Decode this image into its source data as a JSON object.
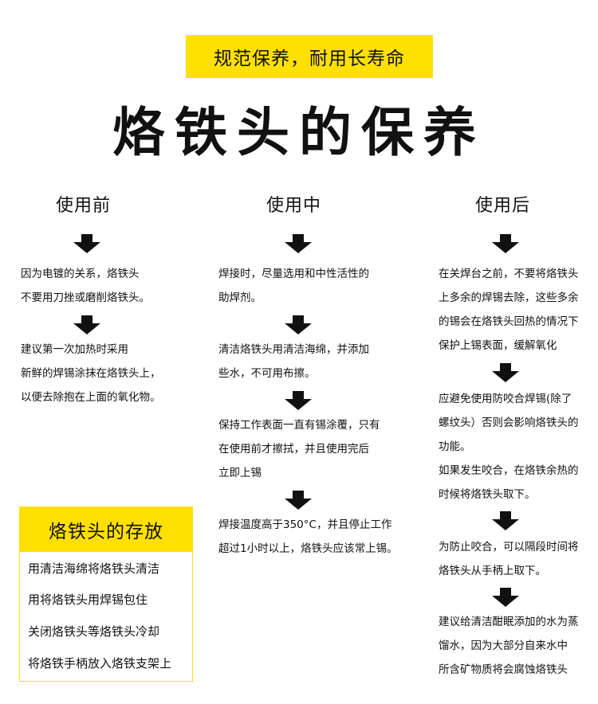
{
  "tagline": "规范保养，耐用长寿命",
  "title": "烙铁头的保养",
  "columns": [
    {
      "heading": "使用前",
      "blocks": [
        [
          "因为电镀的关系，烙铁头",
          "不要用刀挫或磨削烙铁头。"
        ],
        [
          "建议第一次加热时采用",
          "新鲜的焊锡涂抹在烙铁头上，",
          "以便去除抱在上面的氧化物。"
        ]
      ]
    },
    {
      "heading": "使用中",
      "blocks": [
        [
          "焊接时，尽量选用和中性活性的",
          "助焊剂。"
        ],
        [
          "清洁烙铁头用清洁海绵，并添加",
          "些水，不可用布擦。"
        ],
        [
          "保持工作表面一直有锡涂覆，只有",
          "在使用前才擦拭，并且使用完后",
          "立即上锡"
        ],
        [
          "焊接温度高于350°C，并且停止工作",
          "超过1小时以上，烙铁头应该常上锡。"
        ]
      ]
    },
    {
      "heading": "使用后",
      "blocks": [
        [
          "在关焊台之前，不要将烙铁头",
          "上多余的焊锡去除，这些多余",
          "的锡会在烙铁头回热的情况下",
          "保护上锡表面，缓解氧化"
        ],
        [
          "应避免使用防咬合焊锡(除了",
          "螺纹头）否则会影响烙铁头的",
          "功能。",
          "如果发生咬合，在烙铁余热的",
          "时候将烙铁头取下。"
        ],
        [
          "为防止咬合，可以隔段时间将",
          "烙铁头从手柄上取下。"
        ],
        [
          "建议给清洁酣眠添加的水为蒸",
          "馏水，因为大部分自来水中",
          "所含矿物质将会腐蚀烙铁头"
        ]
      ]
    }
  ],
  "storage": {
    "heading": "烙铁头的存放",
    "items": [
      "用清洁海绵将烙铁头清洁",
      "用将烙铁头用焊锡包住",
      "关闭烙铁头等烙铁头冷却",
      "将烙铁手柄放入烙铁支架上"
    ]
  },
  "colors": {
    "accent": "#FFE000",
    "text": "#111111"
  },
  "icons": {
    "step_arrow": "down-arrow-icon"
  }
}
